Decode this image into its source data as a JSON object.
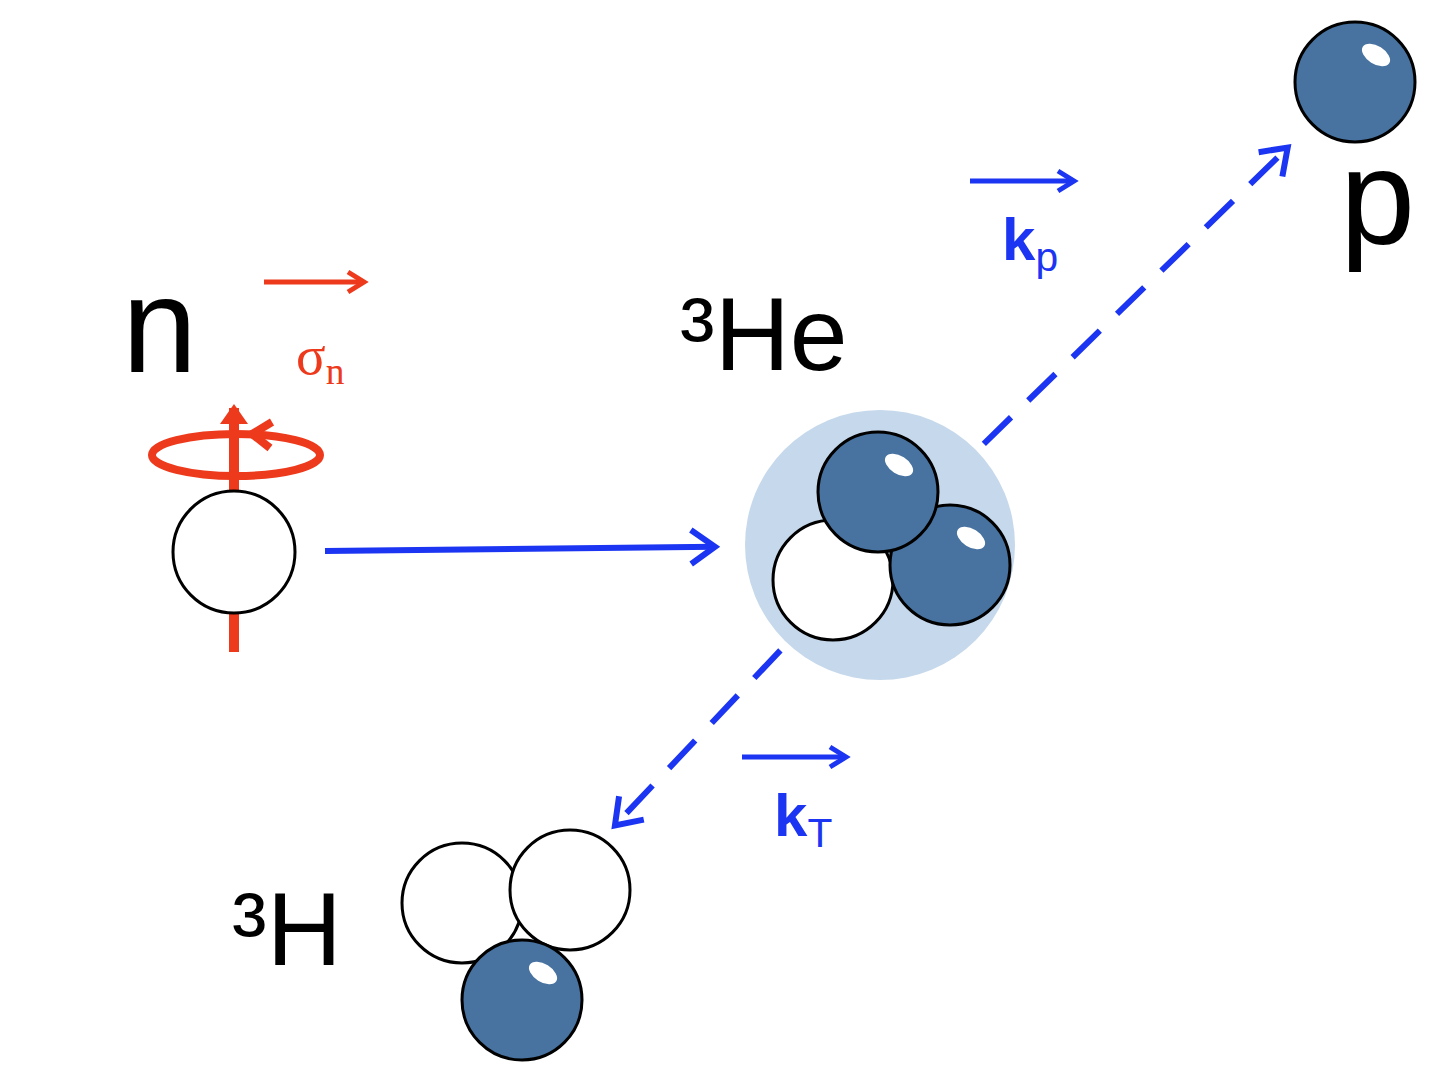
{
  "diagram": {
    "nodes": [
      {
        "text": [
          "n",
          "σn"
        ]
      },
      {
        "text": [
          "³He"
        ]
      },
      {
        "text": [
          "p"
        ]
      },
      {
        "text": [
          "³H"
        ]
      }
    ],
    "edges": [
      {
        "from": 0,
        "to": 1,
        "arrow": "to"
      },
      {
        "from": 1,
        "to": 2,
        "arrow": "to",
        "label": "kp"
      },
      {
        "from": 1,
        "to": 3,
        "arrow": "to",
        "label": "kT"
      }
    ]
  }
}
